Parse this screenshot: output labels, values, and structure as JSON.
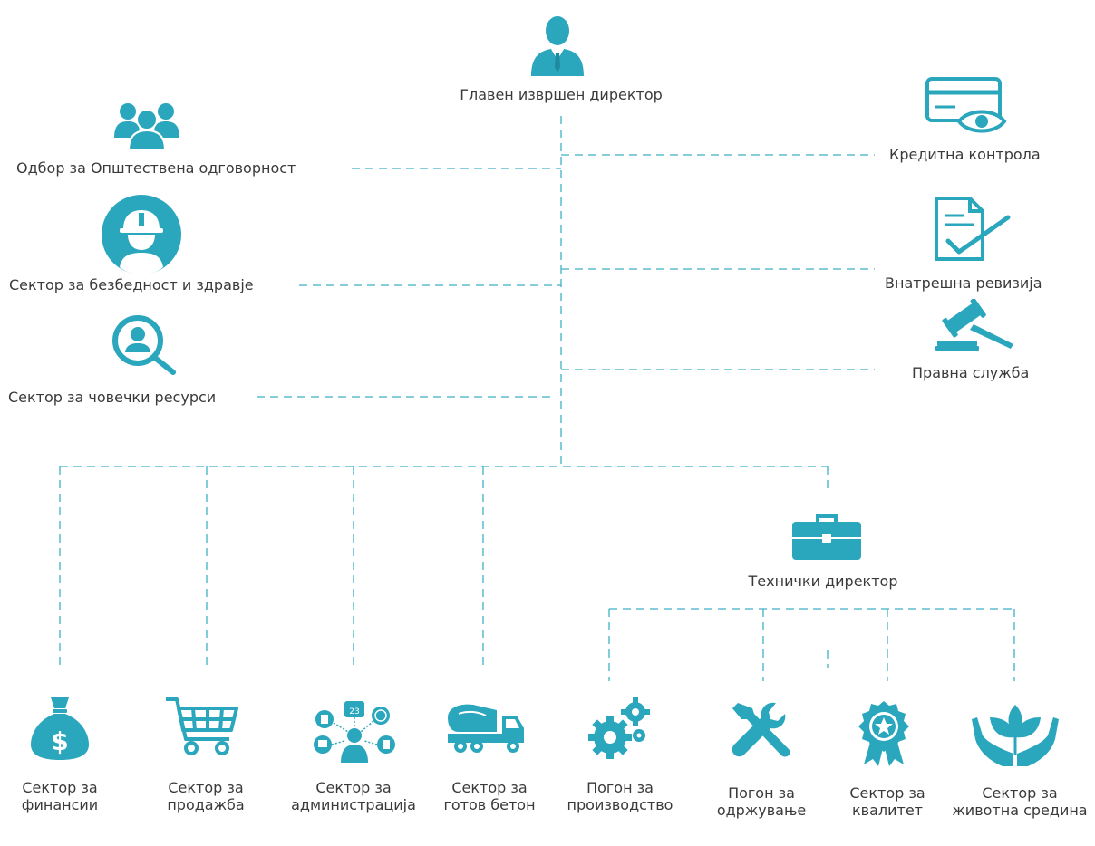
{
  "colors": {
    "accent": "#2aa6bd",
    "line": "#3eb1c8",
    "text": "#3a3a3a"
  },
  "ceo": {
    "label": "Главен извршен директор",
    "icon": "businessman-icon"
  },
  "left_units": [
    {
      "label": "Одбор за Општествена одговорност",
      "icon": "group-icon"
    },
    {
      "label": "Сектор за безбедност и здравје",
      "icon": "worker-helmet-icon"
    },
    {
      "label": "Сектор за човечки ресурси",
      "icon": "person-search-icon"
    }
  ],
  "right_units": [
    {
      "label": "Кредитна контрола",
      "icon": "card-eye-icon"
    },
    {
      "label": "Внатрешна ревизија",
      "icon": "document-check-icon"
    },
    {
      "label": "Правна служба",
      "icon": "gavel-icon"
    }
  ],
  "technical_director": {
    "label": "Технички директор",
    "icon": "briefcase-icon"
  },
  "sectors": [
    {
      "line1": "Сектор за",
      "line2": "финансии",
      "icon": "money-bag-icon"
    },
    {
      "line1": "Сектор за",
      "line2": "продажба",
      "icon": "shopping-cart-icon"
    },
    {
      "line1": "Сектор за",
      "line2": "администрација",
      "icon": "admin-network-icon"
    },
    {
      "line1": "Сектор за",
      "line2": "готов бетон",
      "icon": "concrete-truck-icon"
    },
    {
      "line1": "Погон за",
      "line2": "производство",
      "icon": "gears-icon"
    },
    {
      "line1": "Погон за",
      "line2": "одржување",
      "icon": "tools-icon"
    },
    {
      "line1": "Сектор за",
      "line2": "квалитет",
      "icon": "quality-badge-icon"
    },
    {
      "line1": "Сектор за",
      "line2": "животна средина",
      "icon": "hands-plant-icon"
    }
  ]
}
